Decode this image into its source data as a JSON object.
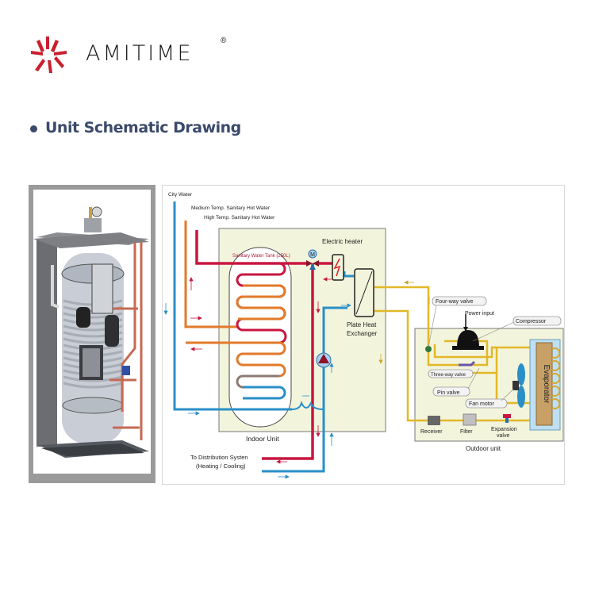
{
  "brand": {
    "name": "AMITIME",
    "registered_mark": "®",
    "logo_color": "#c8202f"
  },
  "section": {
    "title": "Unit Schematic Drawing",
    "bullet_color": "#3b4a6b"
  },
  "photo": {
    "description": "3D cutaway render of indoor hot water tank unit"
  },
  "schematic": {
    "inlet_labels": {
      "city_water": "City Water",
      "medium_temp": "Medium Temp. Sanitary Hot Water",
      "high_temp": "High Temp. Sanitary Hot Water"
    },
    "tank_label": "Sanitary Water Tank (250L)",
    "valve_marker": "M",
    "electric_heater": "Electric heater",
    "plate_heat_exchanger": [
      "Plate Heat",
      "Exchanger"
    ],
    "indoor_unit": "Indoor Unit",
    "distribution": [
      "To Distribution Systen",
      "(Heating / Cooling)"
    ],
    "outdoor": {
      "four_way_valve": "Four-way valve",
      "power_input": "Power input",
      "compressor": "Compressor",
      "three_way_valve": "Three-way valve",
      "pin_valve": "Pin valve",
      "fan_motor": "Fan motor",
      "evaporator": "Evaporator",
      "receiver": "Receiver",
      "filter": "Filter",
      "expansion_valve": [
        "Expansion",
        "valve"
      ],
      "outdoor_unit": "Outdoor unit"
    },
    "colors": {
      "cold_water": "#2a8fc8",
      "medium_water": "#e27a2a",
      "hot_water": "#c8163f",
      "refrigerant": "#e2b828",
      "indoor_bg": "#f3f4dc",
      "outdoor_bg": "#f3f4dc"
    }
  }
}
